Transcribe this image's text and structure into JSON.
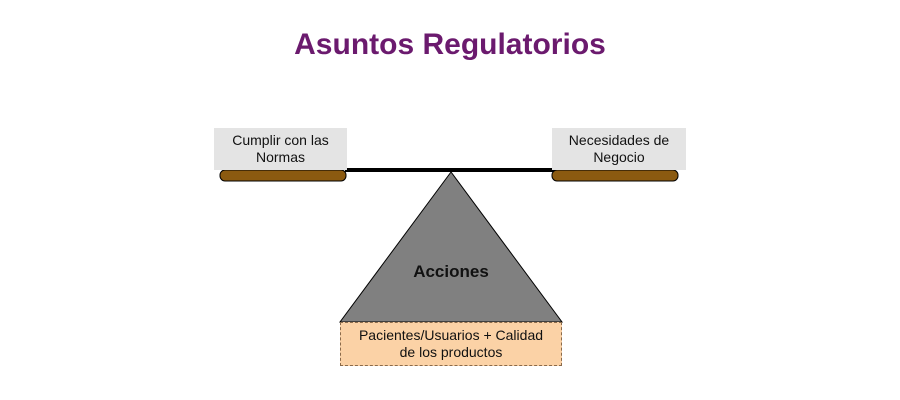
{
  "title": "Asuntos Regulatorios",
  "left_box": {
    "line1": "Cumplir con las",
    "line2": "Normas"
  },
  "right_box": {
    "line1": "Necesidades de",
    "line2": "Negocio"
  },
  "fulcrum_label": "Acciones",
  "base_box": {
    "line1": "Pacientes/Usuarios + Calidad",
    "line2": "de los productos"
  },
  "colors": {
    "title": "#6b1a6e",
    "pan": "#8b5a10",
    "fulcrum": "#808080",
    "label_box": "#e4e4e4",
    "base_box": "#fbd2a6"
  }
}
